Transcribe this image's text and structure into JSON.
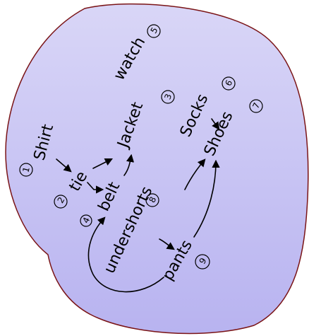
{
  "colors": {
    "blob_fill_top": "#d9d6f7",
    "blob_fill_bottom": "#b8b3f0",
    "blob_stroke": "#7a1416",
    "ink": "#000000"
  },
  "nodes": {
    "shirt": {
      "label": "Shirt",
      "num": "1"
    },
    "tie": {
      "label": "tie",
      "num": "2"
    },
    "jacket": {
      "label": "Jacket",
      "num": "3"
    },
    "belt": {
      "label": "belt",
      "num": "4"
    },
    "watch": {
      "label": "watch",
      "num": "5"
    },
    "socks": {
      "label": "Socks",
      "num": "6"
    },
    "shoes": {
      "label": "Shoes",
      "num": "7"
    },
    "undershorts": {
      "label": "undershorts",
      "num": "8"
    },
    "pants": {
      "label": "pants",
      "num": "9"
    }
  }
}
